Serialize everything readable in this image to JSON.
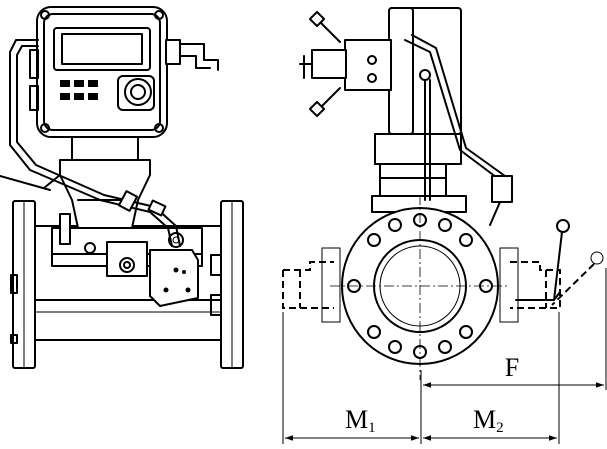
{
  "dimensions": {
    "f_label": "F",
    "m1_label": "M",
    "m1_sub": "1",
    "m2_label": "M",
    "m2_sub": "2"
  }
}
